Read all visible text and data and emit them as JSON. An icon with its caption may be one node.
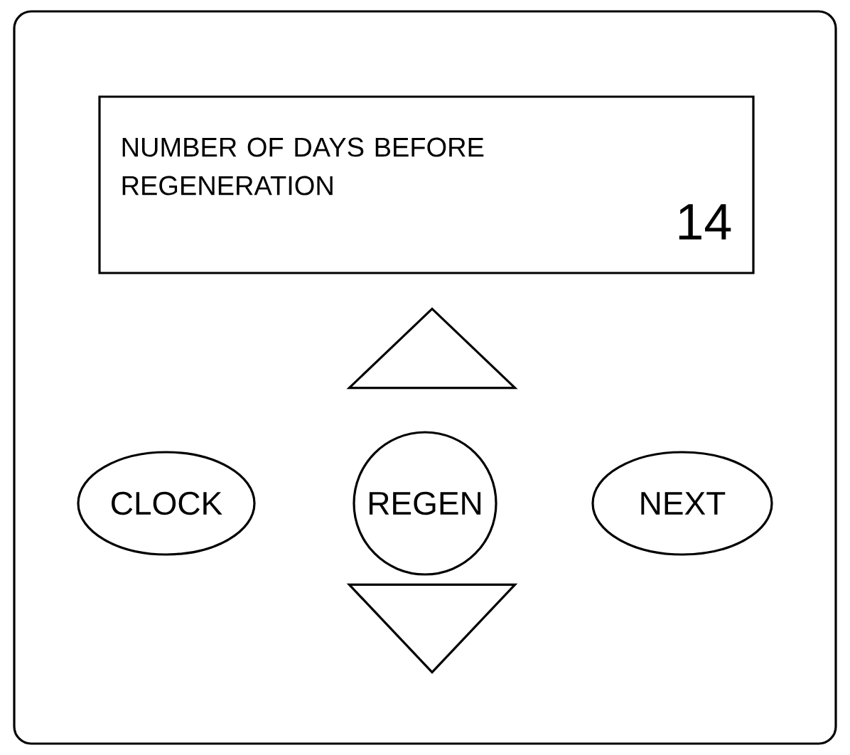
{
  "diagram": {
    "nodes": [
      {
        "text": [
          "NUMBER OF DAYS BEFORE REGENERATION",
          "14"
        ]
      },
      {
        "text": [],
        "shape": "triangle"
      },
      {
        "text": [
          "CLOCK"
        ]
      },
      {
        "text": [
          "REGEN"
        ]
      },
      {
        "text": [
          "NEXT"
        ]
      },
      {
        "text": [],
        "shape": "triangle"
      }
    ]
  }
}
